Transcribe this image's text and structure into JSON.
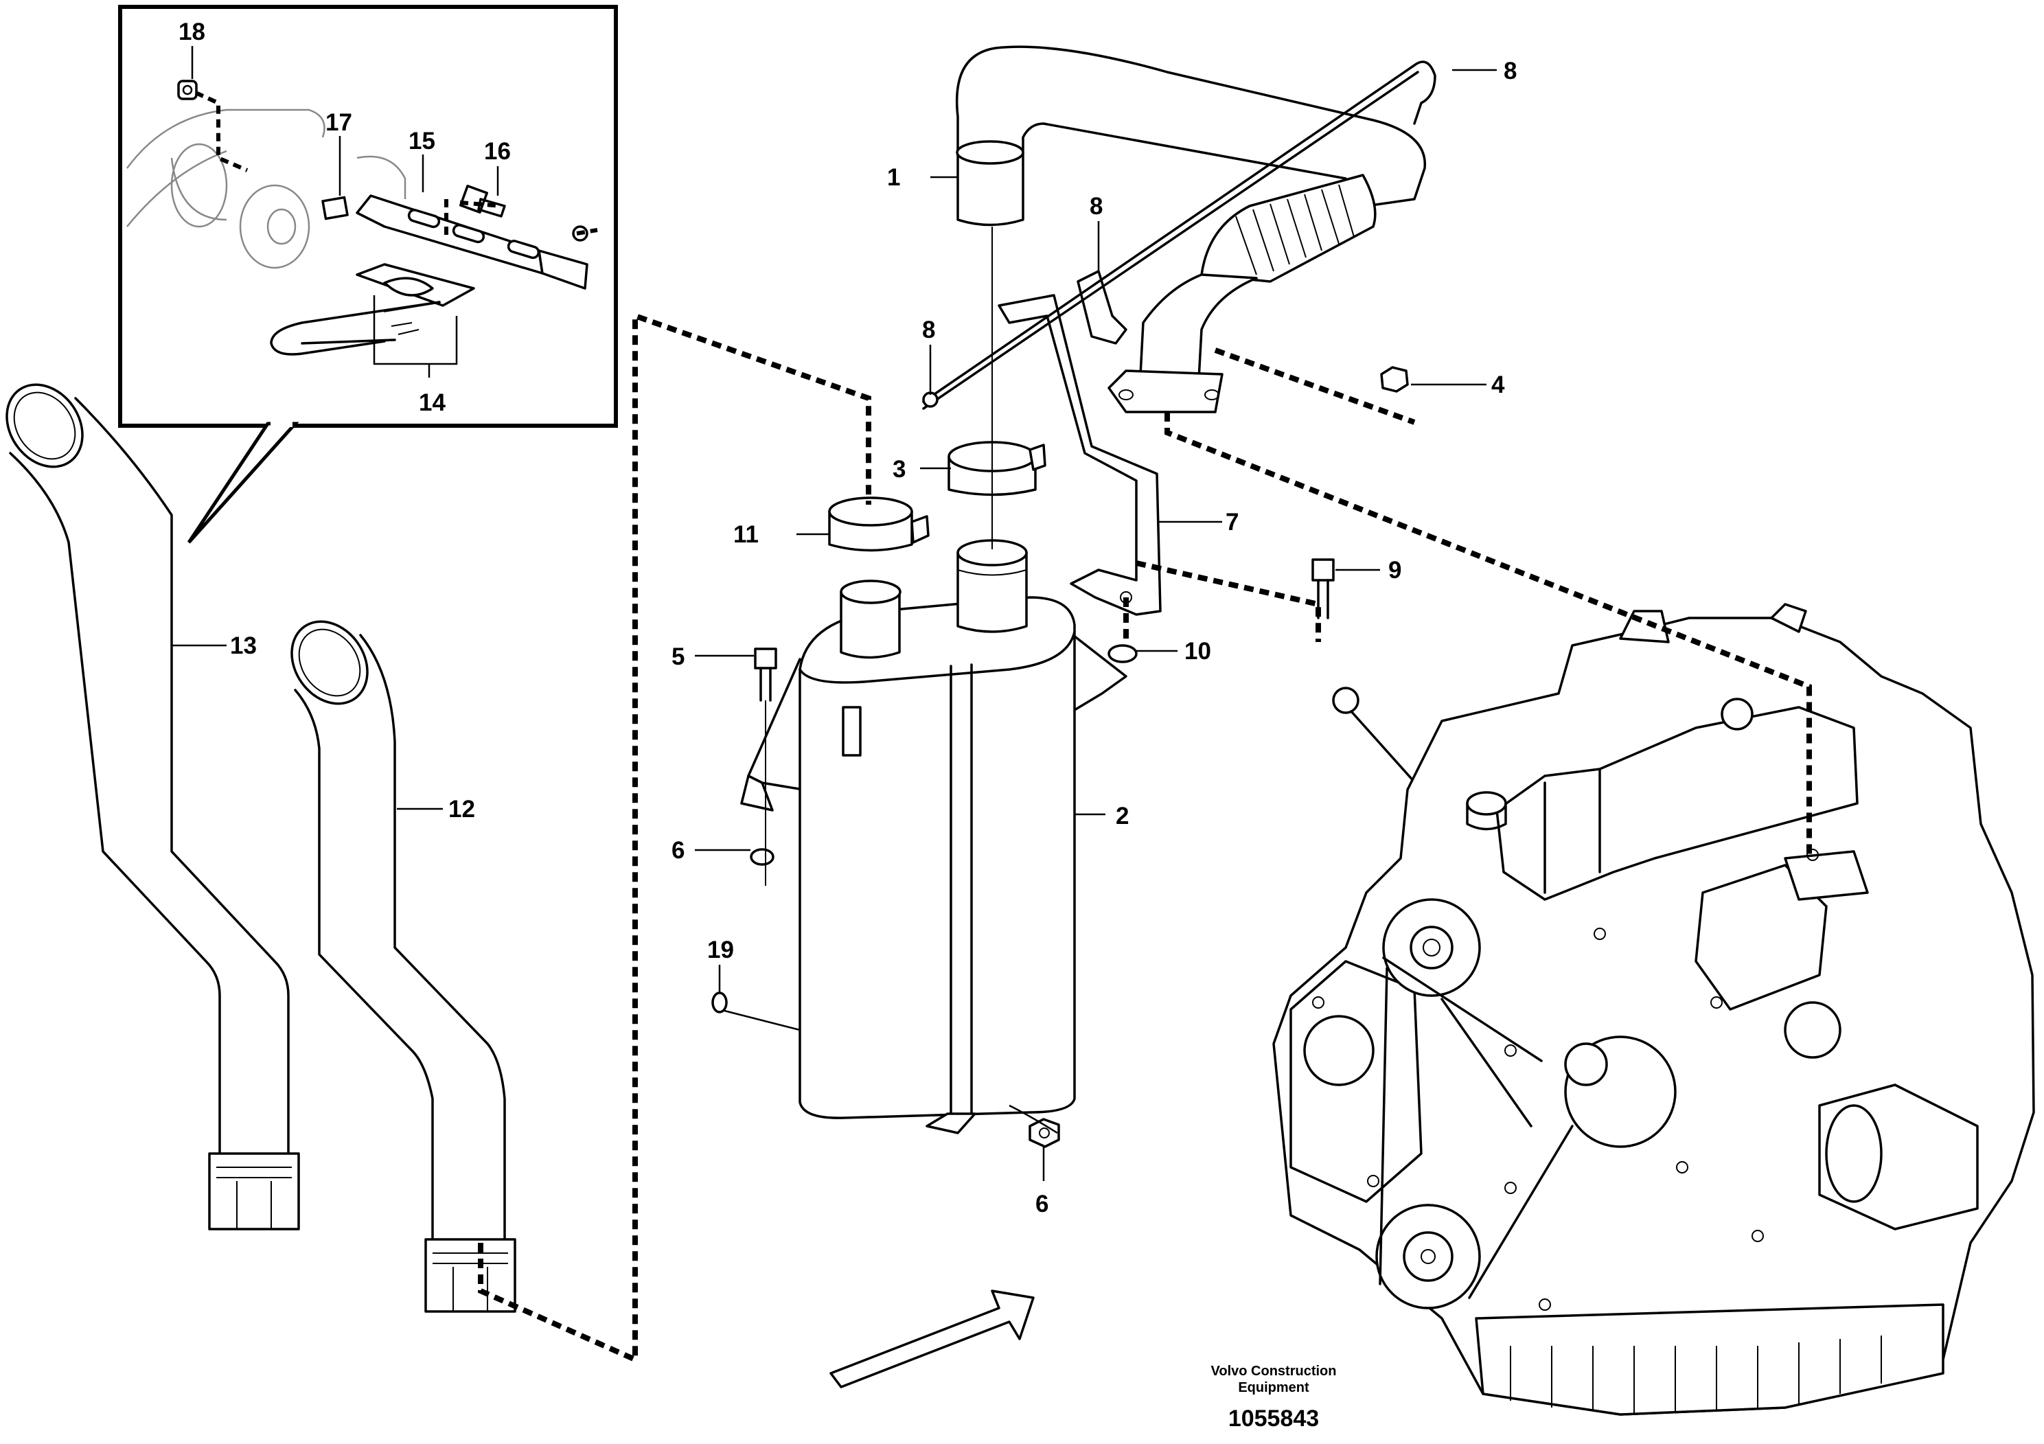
{
  "callouts": {
    "c1": "1",
    "c2": "2",
    "c3": "3",
    "c4": "4",
    "c5": "5",
    "c6a": "6",
    "c6b": "6",
    "c7": "7",
    "c8a": "8",
    "c8b": "8",
    "c8c": "8",
    "c9": "9",
    "c10": "10",
    "c11": "11",
    "c12": "12",
    "c13": "13",
    "c14": "14",
    "c15": "15",
    "c16": "16",
    "c17": "17",
    "c18": "18",
    "c19": "19"
  },
  "footer": {
    "brand_line1": "Volvo Construction",
    "brand_line2": "Equipment",
    "doc_number": "1055843"
  }
}
